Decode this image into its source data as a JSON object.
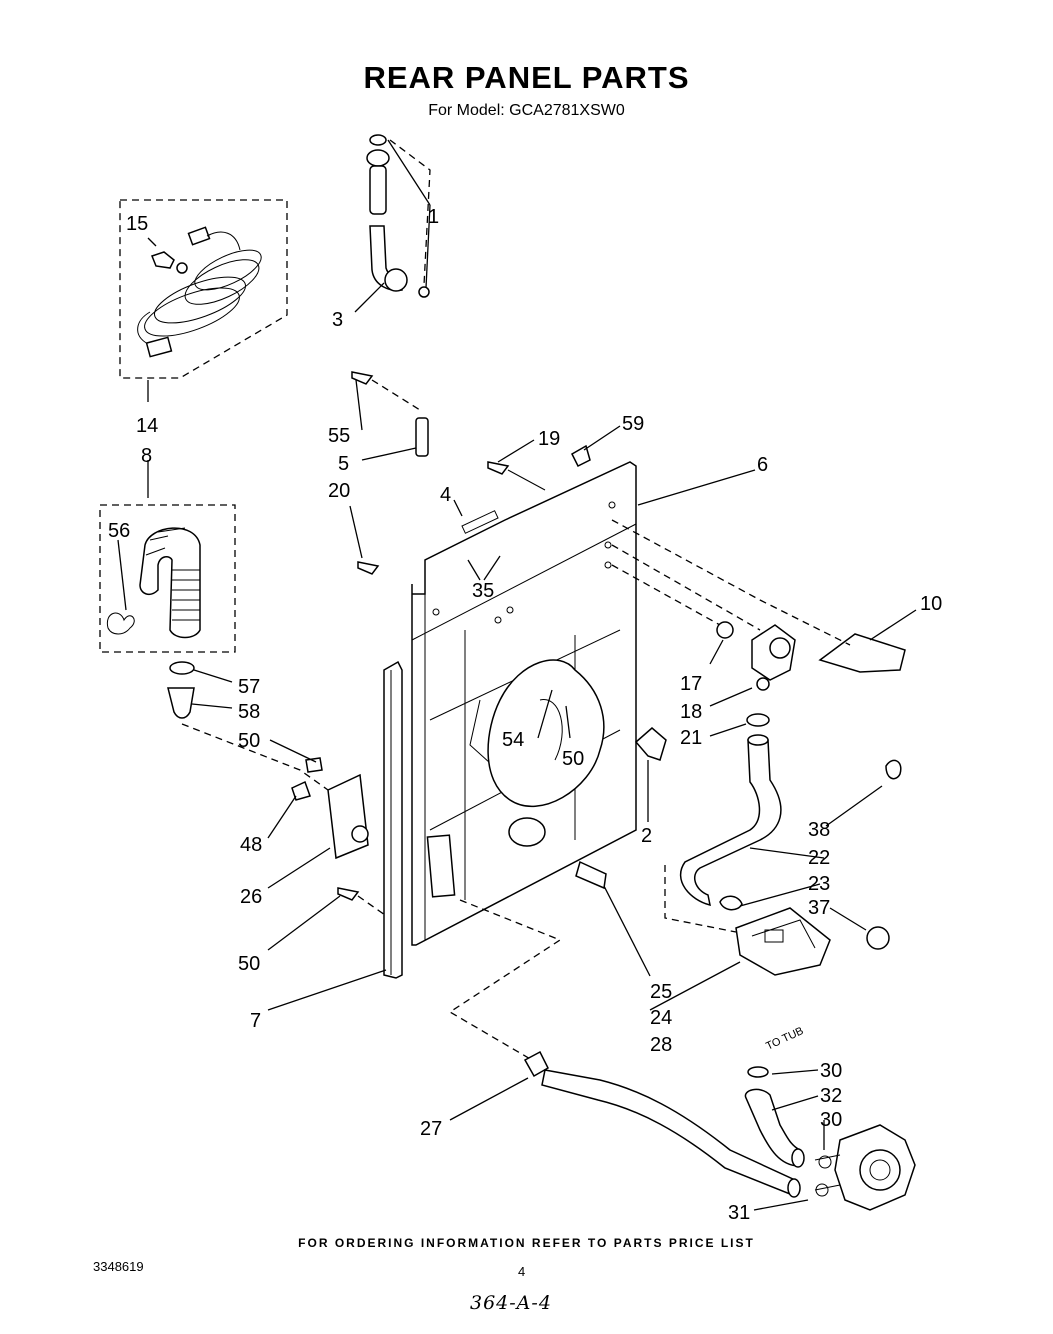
{
  "title": "REAR PANEL PARTS",
  "subtitle": "For Model: GCA2781XSW0",
  "footer": "FOR ORDERING INFORMATION REFER TO PARTS PRICE LIST",
  "document_number": "3348619",
  "page_number": "4",
  "handwritten_note": "364-A-4",
  "part_labels": {
    "p1": "1",
    "p3": "3",
    "p15": "15",
    "p14": "14",
    "p8": "8",
    "p56": "56",
    "p57": "57",
    "p58": "58",
    "p50a": "50",
    "p48": "48",
    "p26": "26",
    "p50b": "50",
    "p7": "7",
    "p55": "55",
    "p5": "5",
    "p20": "20",
    "p4": "4",
    "p35": "35",
    "p19": "19",
    "p59": "59",
    "p6": "6",
    "p10": "10",
    "p17": "17",
    "p18": "18",
    "p21": "21",
    "p54": "54",
    "p50c": "50",
    "p2": "2",
    "p38": "38",
    "p22": "22",
    "p23": "23",
    "p37": "37",
    "p25": "25",
    "p24": "24",
    "p28": "28",
    "p27": "27",
    "p30a": "30",
    "p32": "32",
    "p30b": "30",
    "p31": "31",
    "to_tub": "TO TUB"
  }
}
